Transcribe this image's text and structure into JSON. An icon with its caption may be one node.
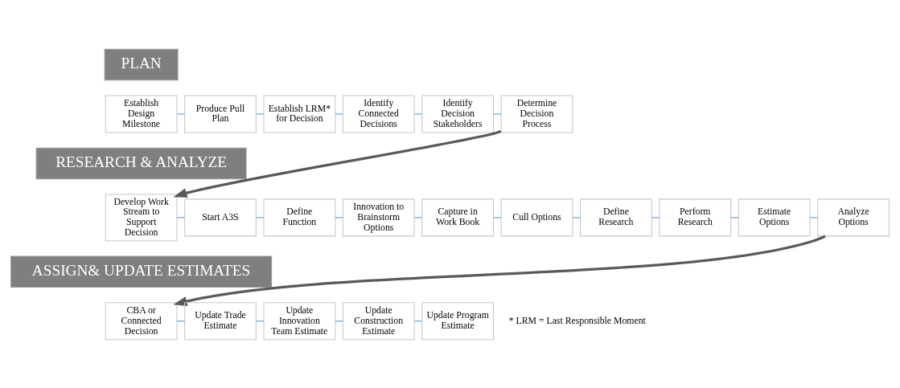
{
  "diagram": {
    "nodes": [
      {
        "text": [
          "PLAN"
        ]
      },
      {
        "text": [
          "Establish Design Milestone"
        ]
      },
      {
        "text": [
          "Produce Pull Plan"
        ]
      },
      {
        "text": [
          "Establish LRM* for Decision"
        ]
      },
      {
        "text": [
          "Identify Connected Decisions"
        ]
      },
      {
        "text": [
          "Identify Decision Stakeholders"
        ]
      },
      {
        "text": [
          "Determine Decision Process"
        ]
      },
      {
        "text": [
          "RESEARCH & ANALYZE"
        ]
      },
      {
        "text": [
          "Develop Work Stream to Support Decision"
        ]
      },
      {
        "text": [
          "Start A3S"
        ]
      },
      {
        "text": [
          "Define Function"
        ]
      },
      {
        "text": [
          "Innovation to Brainstorm Options"
        ]
      },
      {
        "text": [
          "Capture in Work Book"
        ]
      },
      {
        "text": [
          "Cull Options"
        ]
      },
      {
        "text": [
          "Define Research"
        ]
      },
      {
        "text": [
          "Perform Research"
        ]
      },
      {
        "text": [
          "Estimate Options"
        ]
      },
      {
        "text": [
          "Analyze Options"
        ]
      },
      {
        "text": [
          "ASSIGN& UPDATE ESTIMATES"
        ]
      },
      {
        "text": [
          "CBA or Connected Decision"
        ]
      },
      {
        "text": [
          "Update Trade Estimate"
        ]
      },
      {
        "text": [
          "Update Innovation Team Estimate"
        ]
      },
      {
        "text": [
          "Update Construction Estimate"
        ]
      },
      {
        "text": [
          "Update Program Estimate"
        ]
      }
    ],
    "edges": [
      {
        "from": 1,
        "to": 2,
        "arrow": "none"
      },
      {
        "from": 2,
        "to": 3,
        "arrow": "none"
      },
      {
        "from": 3,
        "to": 4,
        "arrow": "none"
      },
      {
        "from": 4,
        "to": 5,
        "arrow": "none"
      },
      {
        "from": 5,
        "to": 6,
        "arrow": "none"
      },
      {
        "from": 6,
        "to": 8,
        "arrow": "to",
        "style": "thick",
        "color": "#595959"
      },
      {
        "from": 8,
        "to": 9,
        "arrow": "none"
      },
      {
        "from": 9,
        "to": 10,
        "arrow": "none"
      },
      {
        "from": 10,
        "to": 11,
        "arrow": "none"
      },
      {
        "from": 11,
        "to": 12,
        "arrow": "none"
      },
      {
        "from": 12,
        "to": 13,
        "arrow": "none"
      },
      {
        "from": 13,
        "to": 14,
        "arrow": "none"
      },
      {
        "from": 14,
        "to": 15,
        "arrow": "none"
      },
      {
        "from": 15,
        "to": 16,
        "arrow": "none"
      },
      {
        "from": 16,
        "to": 17,
        "arrow": "none"
      },
      {
        "from": 17,
        "to": 19,
        "arrow": "to",
        "style": "thick",
        "color": "#595959"
      },
      {
        "from": 19,
        "to": 20,
        "arrow": "none"
      },
      {
        "from": 20,
        "to": 21,
        "arrow": "none"
      },
      {
        "from": 21,
        "to": 22,
        "arrow": "none"
      },
      {
        "from": 22,
        "to": 23,
        "arrow": "none"
      }
    ],
    "labels": [
      "* LRM = Last Responsible Moment"
    ]
  }
}
